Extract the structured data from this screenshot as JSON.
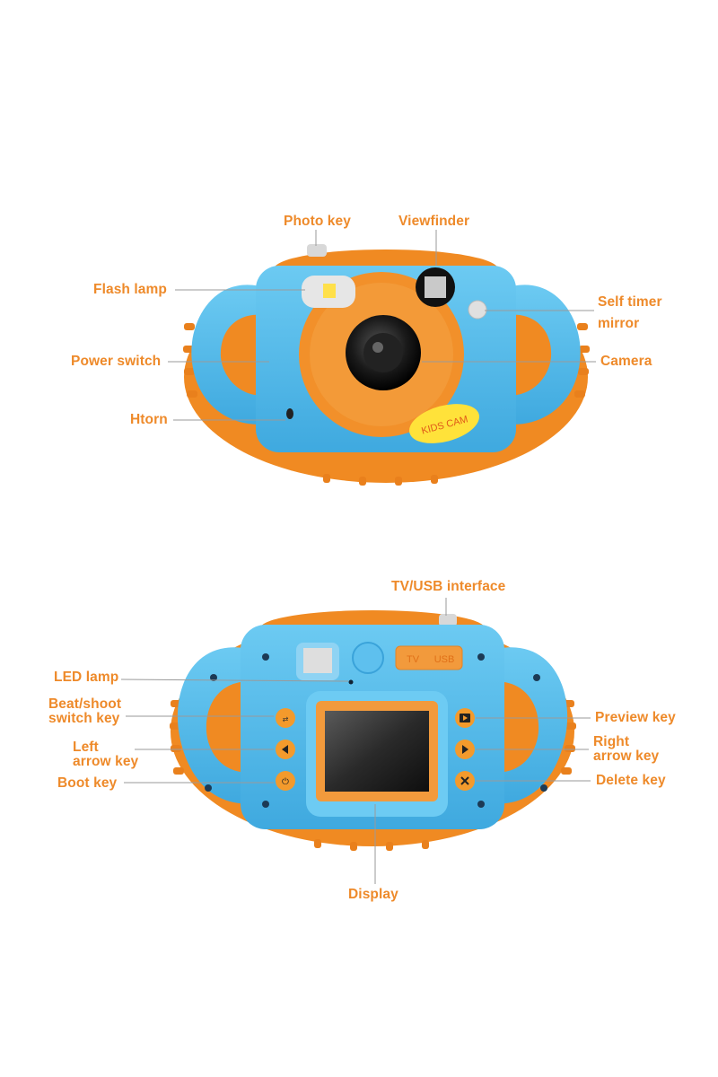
{
  "front_view": {
    "labels": {
      "photo_key": "Photo key",
      "viewfinder": "Viewfinder",
      "flash_lamp": "Flash lamp",
      "self_timer_mirror_line1": "Self timer",
      "self_timer_mirror_line2": "mirror",
      "power_switch": "Power switch",
      "camera": "Camera",
      "horn": "Htorn"
    },
    "badge_text": "KIDS CAM"
  },
  "back_view": {
    "labels": {
      "tv_usb_interface": "TV/USB interface",
      "led_lamp": "LED lamp",
      "beat_shoot_line1": "Beat/shoot",
      "beat_shoot_line2": "switch key",
      "left_arrow_line1": "Left",
      "left_arrow_line2": "arrow key",
      "boot_key": "Boot key",
      "preview_key": "Preview key",
      "right_arrow_line1": "Right",
      "right_arrow_line2": "arrow key",
      "delete_key": "Delete key",
      "display": "Display"
    },
    "port_labels": {
      "tv": "TV",
      "usb": "USB"
    }
  },
  "colors": {
    "label_orange": "#ee8a2a",
    "body_blue": "#4cb8ea",
    "body_orange": "#f08a22",
    "leader_line": "#9a9a9a"
  }
}
